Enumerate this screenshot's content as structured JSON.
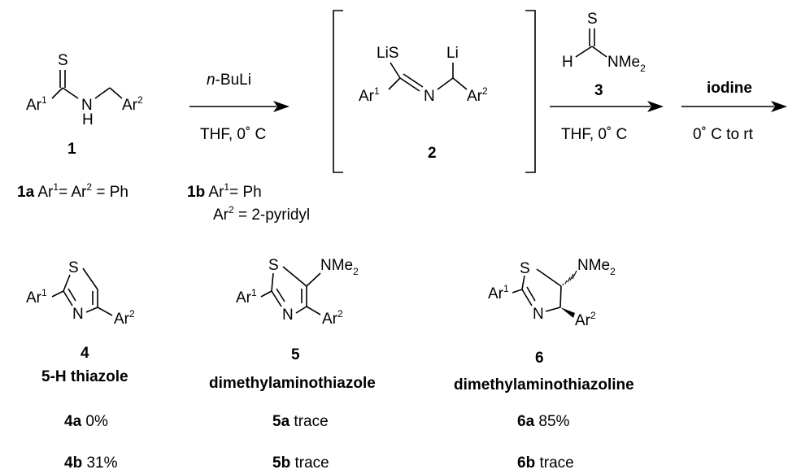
{
  "compound1": {
    "S": "S",
    "Ar1": "Ar",
    "NH_N": "N",
    "NH_H": "H",
    "Ar2": "Ar",
    "sup1": "1",
    "sup2": "2",
    "label": "1"
  },
  "compound1a": {
    "id": "1a",
    "text_a": " Ar",
    "sup1": "1",
    "text_b": "= Ar",
    "sup2": "2",
    "text_c": " = Ph"
  },
  "compound1b": {
    "id": "1b",
    "text_a": " Ar",
    "sup1": "1",
    "text_b": "= Ph",
    "line2_a": "Ar",
    "sup2": "2",
    "line2_b": " = 2-pyridyl"
  },
  "step1": {
    "reagent_italic": "n",
    "reagent_rest": "-BuLi",
    "conditions": "THF, 0˚ C"
  },
  "compound2": {
    "LiS": "LiS",
    "Li": "Li",
    "Ar1": "Ar",
    "sup1": "1",
    "N": "N",
    "Ar2": "Ar",
    "sup2": "2",
    "label": "2"
  },
  "compound3": {
    "S": "S",
    "H": "H",
    "NMe": "NMe",
    "sub2": "2",
    "label": "3"
  },
  "step2": {
    "conditions": "THF, 0˚ C"
  },
  "step3": {
    "reagent": "iodine",
    "conditions": "0˚ C to rt"
  },
  "compound4": {
    "S": "S",
    "Ar1": "Ar",
    "sup1": "1",
    "N": "N",
    "Ar2": "Ar",
    "sup2": "2",
    "label": "4",
    "name": "5-H thiazole"
  },
  "compound5": {
    "S": "S",
    "NMe": "NMe",
    "sub2": "2",
    "Ar1": "Ar",
    "sup1": "1",
    "N": "N",
    "Ar2": "Ar",
    "sup2": "2",
    "label": "5",
    "name": "dimethylaminothiazole"
  },
  "compound6": {
    "S": "S",
    "NMe": "NMe",
    "sub2": "2",
    "Ar1": "Ar",
    "sup1": "1",
    "N": "N",
    "Ar2": "Ar",
    "sup2": "2",
    "label": "6",
    "name": "dimethylaminothiazoline"
  },
  "results": {
    "r4a": {
      "id": "4a",
      "value": " 0%"
    },
    "r4b": {
      "id": "4b",
      "value": " 31%"
    },
    "r5a": {
      "id": "5a",
      "value": " trace"
    },
    "r5b": {
      "id": "5b",
      "value": " trace"
    },
    "r6a": {
      "id": "6a",
      "value": " 85%"
    },
    "r6b": {
      "id": "6b",
      "value": " trace"
    }
  }
}
